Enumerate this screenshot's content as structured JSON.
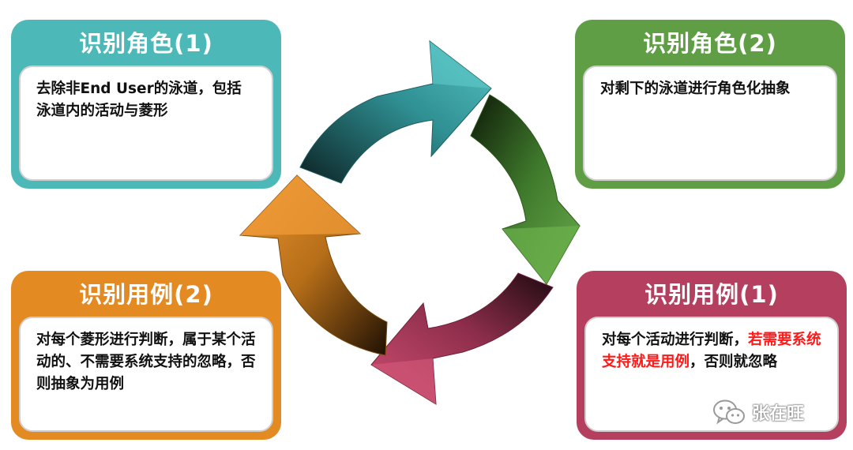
{
  "cards": {
    "top_left": {
      "title": "识别角色(1)",
      "body": "去除非End User的泳道，包括泳道内的活动与菱形"
    },
    "top_right": {
      "title": "识别角色(2)",
      "body": "对剩下的泳道进行角色化抽象"
    },
    "bottom_left": {
      "title": "识别用例(2)",
      "body": "对每个菱形进行判断，属于某个活动的、不需要系统支持的忽略，否则抽象为用例"
    },
    "bottom_right": {
      "title": "识别用例(1)",
      "body_before": "对每个活动进行判断，",
      "body_highlight": "若需要系统支持就是用例",
      "body_after": "，否则就忽略"
    }
  },
  "watermark": {
    "text": "张在旺",
    "icon": "wechat-icon"
  },
  "colors": {
    "teal": "#4db8b8",
    "green": "#5f9e45",
    "orange": "#e38a23",
    "crimson": "#b43f5f",
    "highlight": "#ff1a1a"
  }
}
